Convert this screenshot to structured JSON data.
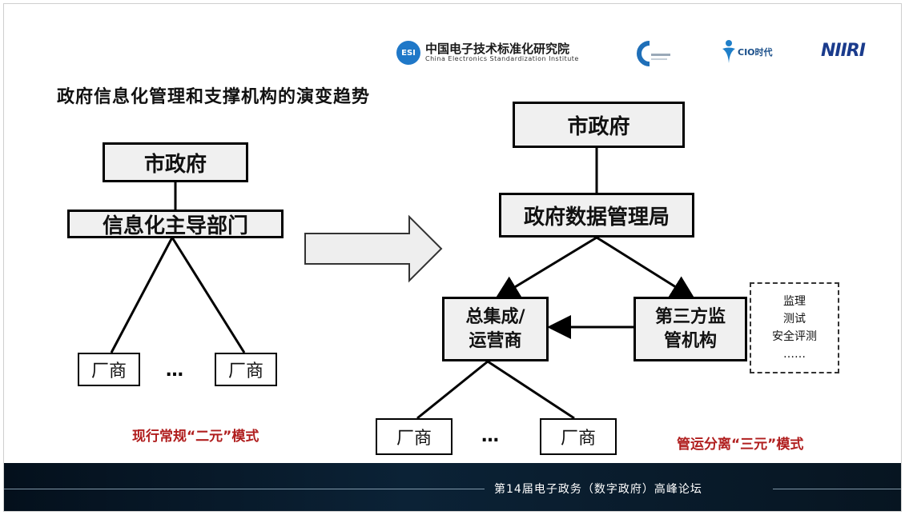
{
  "header": {
    "org_name_cn": "中国电子技术标准化研究院",
    "org_name_en": "China Electronics Standardization Institute",
    "org_mark": "ESI",
    "logo2_label": "",
    "logo3_label": "CIO时代",
    "logo4_label": "NIIRI"
  },
  "title": "政府信息化管理和支撑机构的演变趋势",
  "left_diagram": {
    "top_box": "市政府",
    "middle_box": "信息化主导部门",
    "vendor_left": "厂商",
    "vendor_right": "厂商",
    "ellipsis": "…",
    "caption": "现行常规“二元”模式"
  },
  "right_diagram": {
    "top_box": "市政府",
    "middle_box": "政府数据管理局",
    "integrator_line1": "总集成/",
    "integrator_line2": "运营商",
    "supervisor_line1": "第三方监",
    "supervisor_line2": "管机构",
    "services": [
      "监理",
      "测试",
      "安全评测",
      "……"
    ],
    "vendor_left": "厂商",
    "vendor_right": "厂商",
    "ellipsis": "…",
    "caption": "管运分离“三元”模式"
  },
  "footer": {
    "text": "第14届电子政务（数字政府）高峰论坛"
  },
  "colors": {
    "caption_red": "#b01e1e",
    "box_fill": "#f0f0f0",
    "cesi_blue": "#1f78c8",
    "footer_dark": "#0b2236"
  }
}
